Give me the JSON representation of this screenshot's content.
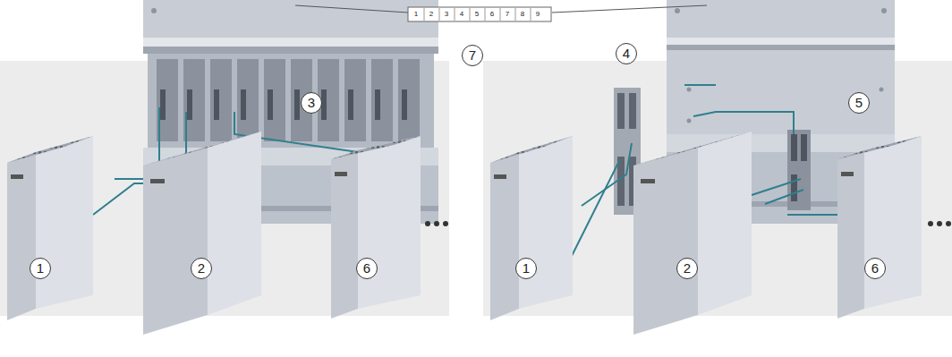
{
  "diagram": {
    "labels": [
      "1",
      "2",
      "3",
      "4",
      "5",
      "6",
      "7",
      "8",
      "9",
      "7",
      "3",
      "1",
      "2",
      "6",
      "4",
      "5",
      "1",
      "2",
      "6"
    ]
  }
}
